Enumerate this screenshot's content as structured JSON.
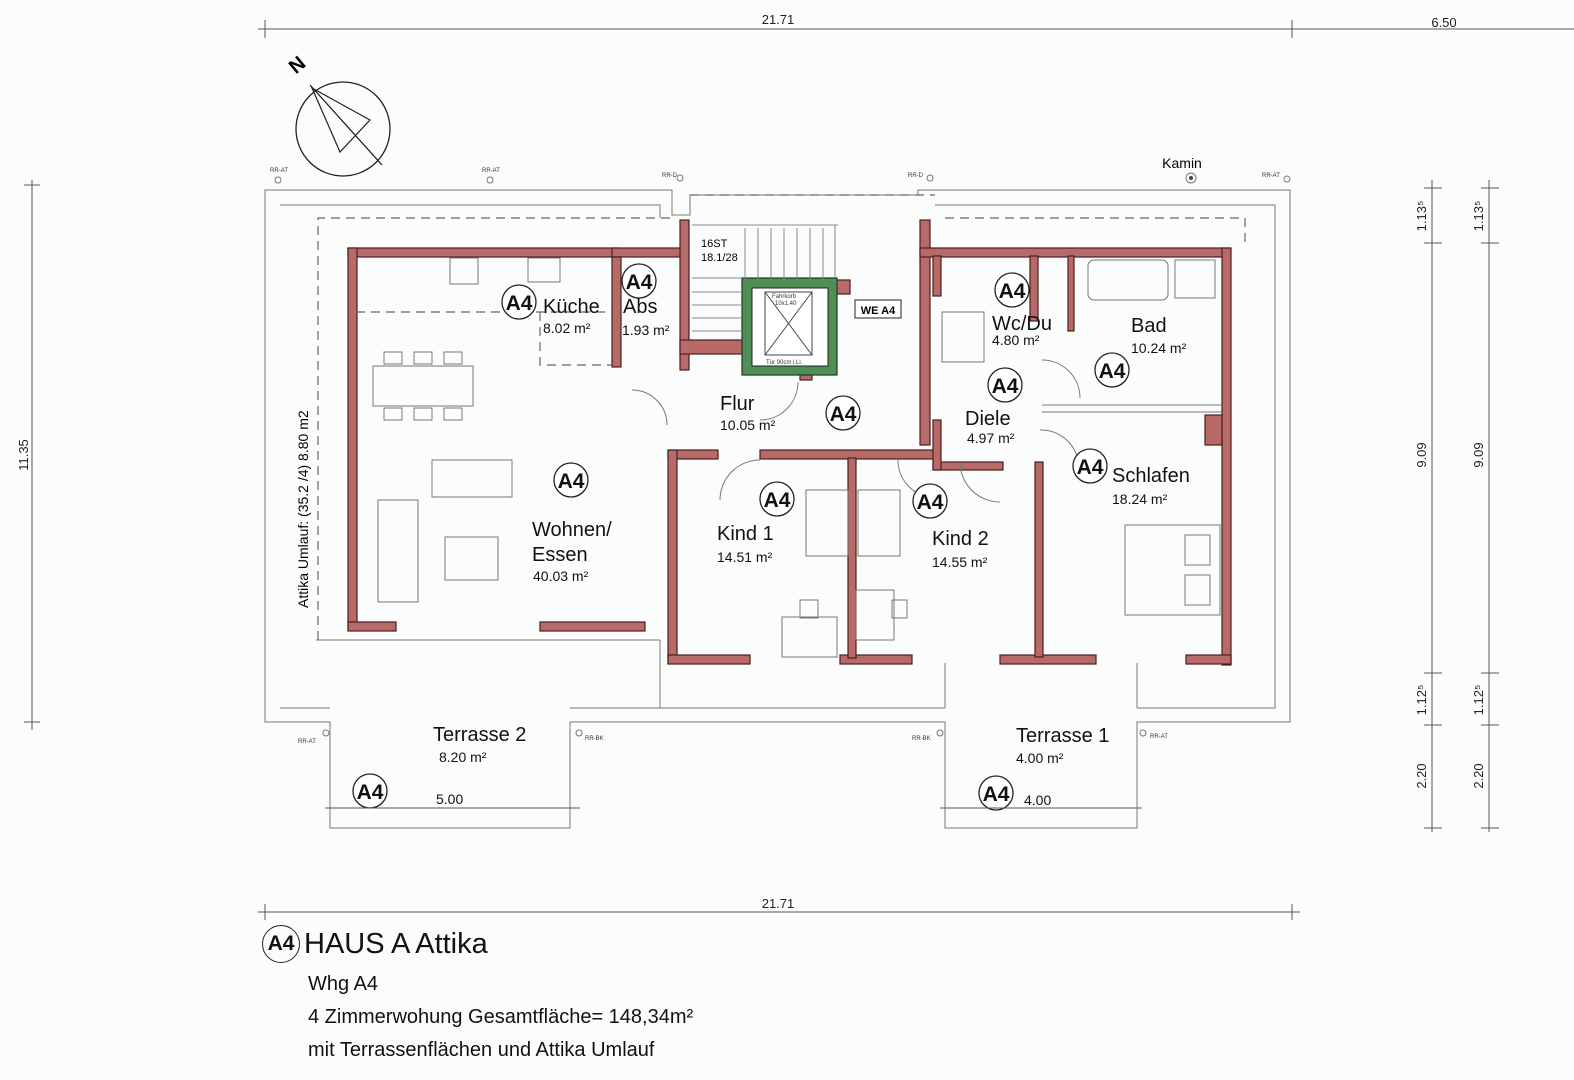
{
  "dimensions": {
    "top_total": "21.71",
    "top_right": "6.50",
    "bottom_total": "21.71",
    "left_height": "11.35",
    "right_col1": [
      "1.13⁵",
      "9.09",
      "1.12⁵",
      "2.20"
    ],
    "right_col2": [
      "1.13⁵",
      "9.09",
      "1.12⁵",
      "2.20"
    ],
    "terrasse2_width": "5.00",
    "terrasse1_width": "4.00"
  },
  "compass": {
    "label": "N"
  },
  "markers": {
    "rr_at": "RR-AT",
    "rr_d": "RR-D",
    "rr_bk": "RR-BK",
    "kamin": "Kamin"
  },
  "unit_badge": "A4",
  "stair": {
    "steps": "16ST",
    "ratio": "18.1/28",
    "lift": "Fahrkorb",
    "lift_size": "10x1.40",
    "lift_door": "Tür 90cm i.Ll."
  },
  "entrance_label": "WE A4",
  "attika_label": "Attika Umlauf: (35.2 /4) 8.80 m2",
  "rooms": {
    "kueche": {
      "name": "Küche",
      "area": "8.02 m²"
    },
    "abs": {
      "name": "Abs",
      "area": "1.93 m²"
    },
    "flur": {
      "name": "Flur",
      "area": "10.05 m²"
    },
    "wcdu": {
      "name": "Wc/Du",
      "area": "4.80 m²"
    },
    "bad": {
      "name": "Bad",
      "area": "10.24 m²"
    },
    "diele": {
      "name": "Diele",
      "area": "4.97 m²"
    },
    "wohnen": {
      "name": "Wohnen/",
      "name2": "Essen",
      "area": "40.03 m²"
    },
    "kind1": {
      "name": "Kind 1",
      "area": "14.51 m²"
    },
    "kind2": {
      "name": "Kind 2",
      "area": "14.55 m²"
    },
    "schlafen": {
      "name": "Schlafen",
      "area": "18.24 m²"
    },
    "terrasse2": {
      "name": "Terrasse 2",
      "area": "8.20 m²"
    },
    "terrasse1": {
      "name": "Terrasse 1",
      "area": "4.00 m²"
    }
  },
  "legend": {
    "badge": "A4",
    "title": "HAUS A Attika",
    "line1": "Whg A4",
    "line2": "4 Zimmerwohung Gesamtfläche= 148,34m²",
    "line3": "mit Terrassenflächen und Attika Umlauf"
  },
  "colors": {
    "wall": "#b86a68",
    "lift": "#4f8f55"
  }
}
